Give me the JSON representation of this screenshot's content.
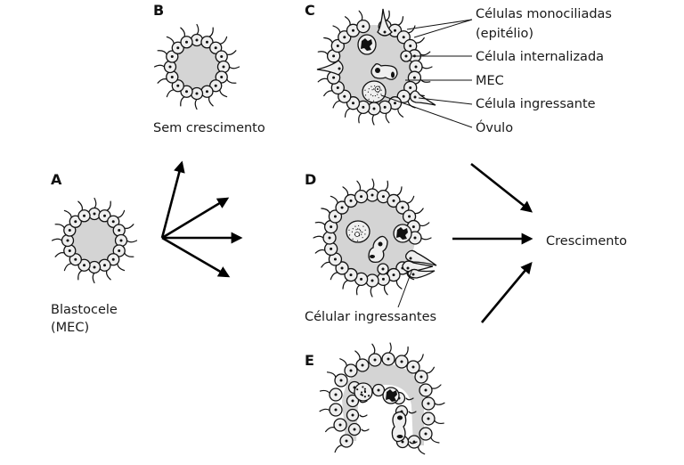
{
  "figure": {
    "panels": [
      {
        "letter": "A",
        "caption_lines": [
          "Blastocele",
          "(MEC)"
        ]
      },
      {
        "letter": "B",
        "caption_lines": [
          "Sem crescimento"
        ]
      },
      {
        "letter": "C",
        "labels": [
          "Células monociliadas",
          "(epitélio)",
          "Célula internalizada",
          "MEC",
          "Célula ingressante",
          "Óvulo"
        ]
      },
      {
        "letter": "D",
        "caption_lines": [
          "Célular ingressantes"
        ]
      },
      {
        "letter": "E"
      }
    ],
    "outcome_label": "Crescimento"
  },
  "colors": {
    "mec_fill": "#d4d4d4",
    "cell_fill": "#efefef",
    "stroke": "#111111"
  }
}
